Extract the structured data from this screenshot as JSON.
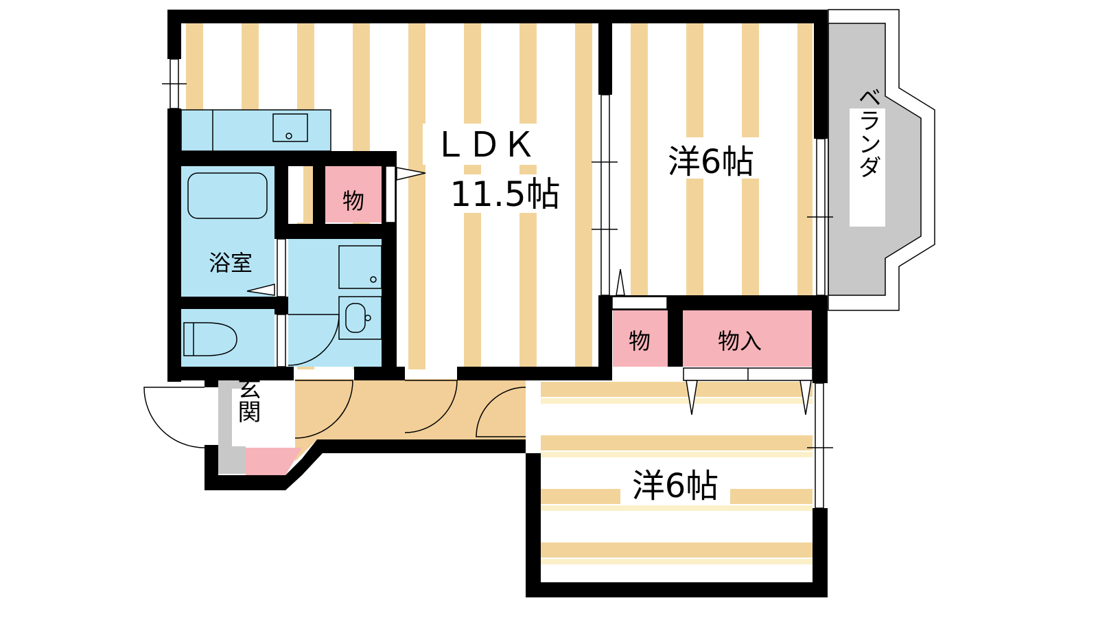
{
  "rooms": {
    "ldk_name": "ＬＤＫ",
    "ldk_size": "11.5帖",
    "west1": "洋6帖",
    "west2": "洋6帖",
    "bath": "浴室",
    "storage_small": "物",
    "storage_mid": "物",
    "closet": "物入",
    "entrance": "玄関",
    "veranda": "ベランダ"
  },
  "colors": {
    "floor_stripe": "#f2d49b",
    "wet_area": "#b5e5f5",
    "storage": "#f6b3b9",
    "veranda": "#c8c8c8",
    "hallway": "#f2cf99",
    "entrance_floor": "#c8c8c8",
    "wall": "#000000"
  }
}
